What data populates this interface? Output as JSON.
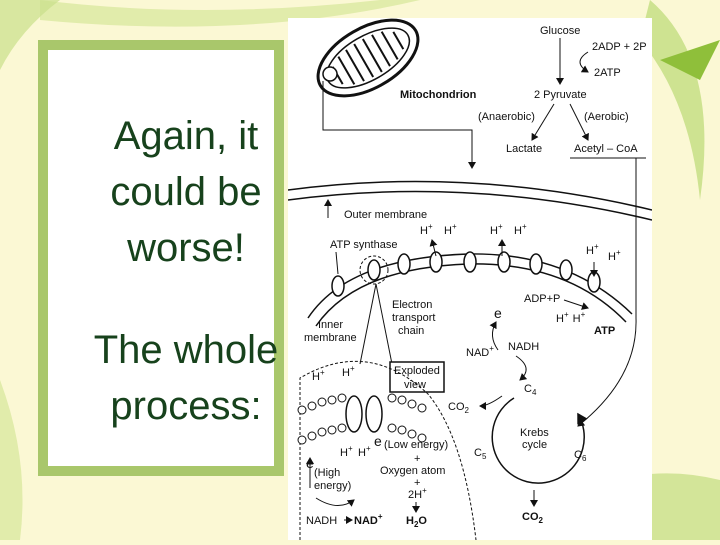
{
  "slide": {
    "title_lines": [
      "Again, it",
      "could be",
      "worse!"
    ],
    "body_lines": [
      "The whole",
      "process:"
    ]
  },
  "diagram": {
    "glucose": "Glucose",
    "adp2p": "2ADP + 2P",
    "atp2": "2ATP",
    "mitochondrion": "Mitochondrion",
    "pyruvate": "2 Pyruvate",
    "anaerobic": "(Anaerobic)",
    "aerobic": "(Aerobic)",
    "lactate": "Lactate",
    "acetyl": "Acetyl – CoA",
    "outer_membrane": "Outer membrane",
    "atp_synthase": "ATP synthase",
    "proton": "H",
    "electron": "e",
    "electron_transport": [
      "Electron",
      "transport",
      "chain"
    ],
    "inner_membrane": [
      "Inner",
      "membrane"
    ],
    "adp_p": "ADP+P",
    "atp": "ATP",
    "nad_plus": "NAD",
    "nadh": "NADH",
    "exploded_view": [
      "Exploded",
      "view"
    ],
    "c4": "C",
    "c4_sub": "4",
    "c5": "C",
    "c5_sub": "5",
    "c6": "C",
    "c6_sub": "6",
    "co2": "CO",
    "co2_sub": "2",
    "krebs": [
      "Krebs",
      "cycle"
    ],
    "low_energy": "(Low energy)",
    "plus": "+",
    "oxygen_atom": "Oxygen atom",
    "two_h": "2H",
    "h2o": "H",
    "h2o_sub": "2",
    "h2o_o": "O",
    "high_energy": [
      "(High",
      "energy)"
    ],
    "nadh_bottom": "NADH",
    "nad_bottom": "NAD",
    "co2_bottom": "CO",
    "co2_bottom_sub": "2"
  },
  "colors": {
    "background": "#fbf8d4",
    "frame_green": "#a9c76b",
    "leaf_green": "#c9e08a",
    "text_green": "#17421c"
  }
}
